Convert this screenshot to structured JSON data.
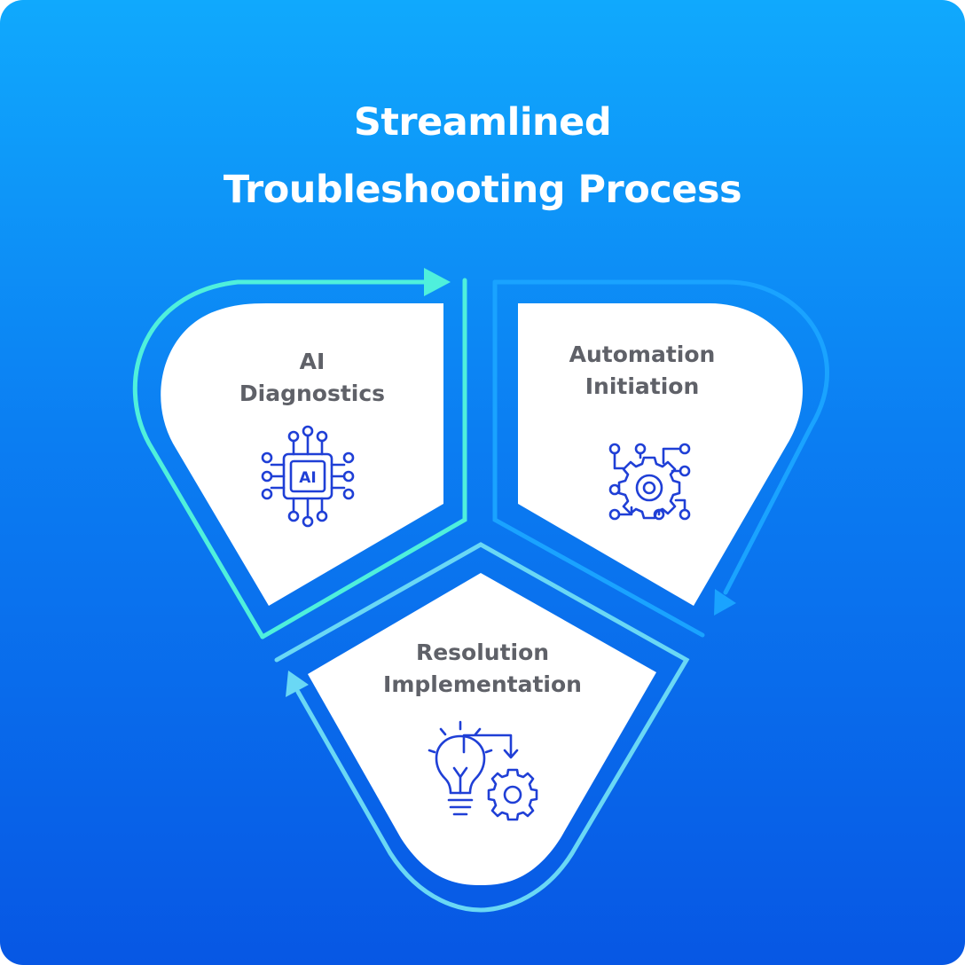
{
  "title": {
    "line1": "Streamlined",
    "line2": "Troubleshooting Process"
  },
  "colors": {
    "background_top": "#10a9fd",
    "background_bottom": "#0757e4",
    "panel": "#ffffff",
    "label_text": "#5f6168",
    "icon_stroke": "#1f3fd6",
    "arrow_1": "#4ff0dc",
    "arrow_2": "#1aa3ff",
    "arrow_3": "#6ad8f5"
  },
  "steps": [
    {
      "line1": "AI",
      "line2": "Diagnostics",
      "icon": "ai-chip-icon",
      "icon_text": "AI"
    },
    {
      "line1": "Automation",
      "line2": "Initiation",
      "icon": "gear-circuit-icon"
    },
    {
      "line1": "Resolution",
      "line2": "Implementation",
      "icon": "lightbulb-gear-icon"
    }
  ]
}
